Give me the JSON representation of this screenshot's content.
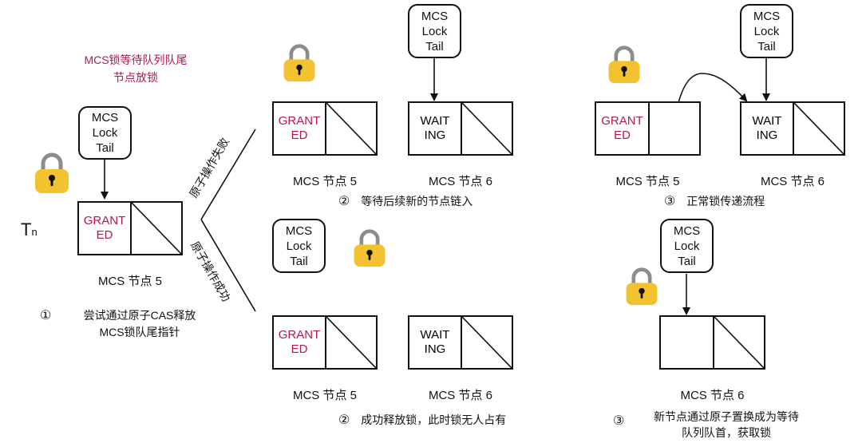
{
  "title": {
    "line1": "MCS锁等待队列队尾",
    "line2": "节点放锁"
  },
  "thread_label": {
    "main": "T",
    "sub": "n"
  },
  "tail_box": {
    "line1": "MCS",
    "line2": "Lock",
    "line3": "Tail"
  },
  "node_states": {
    "granted_1": "GRANT",
    "granted_2": "ED",
    "waiting_1": "WAIT",
    "waiting_2": "ING"
  },
  "node_labels": {
    "node5": "MCS 节点 5",
    "node6": "MCS 节点 6"
  },
  "branches": {
    "fail": "原子操作失败",
    "success": "原子操作成功"
  },
  "steps": {
    "step1_mark": "①",
    "step1_line1": "尝试通过原子CAS释放",
    "step1_line2": "MCS锁队尾指针",
    "step2_fail_mark": "②",
    "step2_fail": "等待后续新的节点链入",
    "step2_success_mark": "②",
    "step2_success": "成功释放锁，此时锁无人占有",
    "step3_fail_mark": "③",
    "step3_fail": "正常锁传递流程",
    "step3_success_mark": "③",
    "step3_success_line1": "新节点通过原子置换成为等待",
    "step3_success_line2": "队列队首，获取锁"
  },
  "colors": {
    "granted_text": "#b5174f",
    "lock_body": "#f2c230",
    "lock_shackle": "#8c8c8c",
    "line": "#111111"
  },
  "icons": {
    "lock": "padlock-icon"
  }
}
